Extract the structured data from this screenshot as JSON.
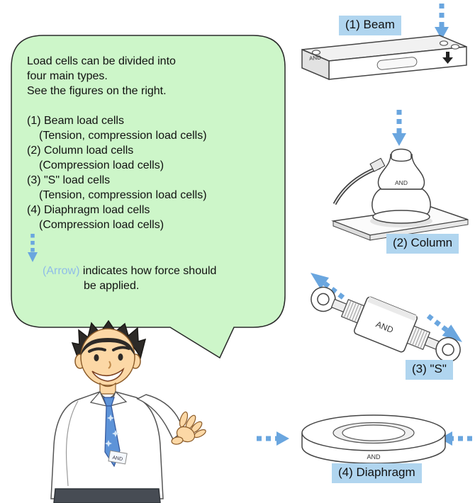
{
  "bubble": {
    "intro": [
      "Load cells can be divided into",
      "four main types.",
      "See the figures on the right."
    ],
    "items": [
      {
        "name": "(1) Beam load cells",
        "detail": "(Tension, compression load cells)"
      },
      {
        "name": "(2) Column load cells",
        "detail": "(Compression load cells)"
      },
      {
        "name": "(3) \"S\" load cells",
        "detail": "(Tension, compression load cells)"
      },
      {
        "name": "(4) Diaphragm load cells",
        "detail": "(Compression load cells)"
      }
    ],
    "note": {
      "highlight": "(Arrow)",
      "line1_rest": " indicates how force should",
      "line2": "be applied."
    }
  },
  "figures": {
    "beam": {
      "label": "(1) Beam"
    },
    "column": {
      "label": "(2) Column"
    },
    "s_type": {
      "label": "(3) \"S\""
    },
    "diaphragm": {
      "label": "(4) Diaphragm"
    }
  },
  "brand": "AND",
  "colors": {
    "bubble_fill": "#cdf6c9",
    "bubble_border": "#2a2a2a",
    "label_bg": "#b0d5ef",
    "arrow_blue": "#6aa6df",
    "note_highlight": "#8fbce8",
    "text": "#111111"
  }
}
